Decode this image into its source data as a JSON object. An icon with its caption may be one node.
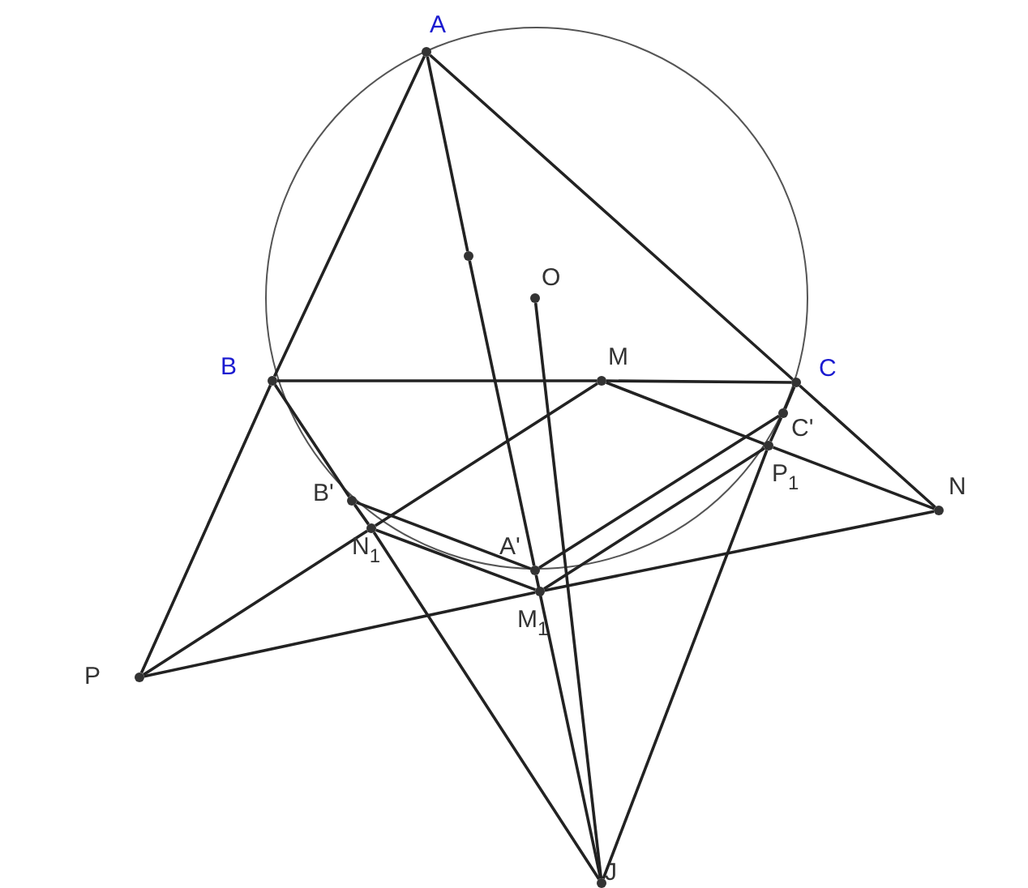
{
  "diagram": {
    "nodes": [
      {
        "text": [
          "A"
        ]
      },
      {
        "text": [],
        "shape": "circle"
      },
      {
        "text": [
          "O"
        ]
      },
      {
        "text": [
          "B"
        ]
      },
      {
        "text": [
          "M"
        ]
      },
      {
        "text": [
          "C"
        ]
      },
      {
        "text": [
          "C'"
        ]
      },
      {
        "text": [
          "P$_{1}$"
        ]
      },
      {
        "text": [
          "B'"
        ]
      },
      {
        "text": [
          "N"
        ]
      },
      {
        "text": [
          "N$_{1}$"
        ]
      },
      {
        "text": [
          "A'"
        ]
      },
      {
        "text": [
          "M$_{1}$"
        ]
      },
      {
        "text": [
          "P"
        ]
      },
      {
        "text": [
          "J"
        ]
      }
    ],
    "edges": [
      {
        "from": 0,
        "to": 3,
        "arrow": "none"
      },
      {
        "from": 3,
        "to": 13,
        "arrow": "none"
      },
      {
        "from": 0,
        "to": 5,
        "arrow": "none"
      },
      {
        "from": 5,
        "to": 9,
        "arrow": "none"
      },
      {
        "from": 3,
        "to": 4,
        "arrow": "none"
      },
      {
        "from": 4,
        "to": 5,
        "arrow": "none"
      },
      {
        "from": 4,
        "to": 10,
        "arrow": "none"
      },
      {
        "from": 10,
        "to": 13,
        "arrow": "none"
      },
      {
        "from": 4,
        "to": 7,
        "arrow": "none"
      },
      {
        "from": 7,
        "to": 9,
        "arrow": "none"
      },
      {
        "from": 13,
        "to": 12,
        "arrow": "none"
      },
      {
        "from": 12,
        "to": 9,
        "arrow": "none"
      },
      {
        "from": 0,
        "to": 1,
        "arrow": "none"
      },
      {
        "from": 1,
        "to": 11,
        "arrow": "none"
      },
      {
        "from": 11,
        "to": 14,
        "arrow": "none"
      },
      {
        "from": 2,
        "to": 14,
        "arrow": "none"
      },
      {
        "from": 3,
        "to": 8,
        "arrow": "none"
      },
      {
        "from": 8,
        "to": 10,
        "arrow": "none"
      },
      {
        "from": 10,
        "to": 14,
        "arrow": "none"
      },
      {
        "from": 5,
        "to": 6,
        "arrow": "none"
      },
      {
        "from": 6,
        "to": 7,
        "arrow": "none"
      },
      {
        "from": 7,
        "to": 14,
        "arrow": "none"
      },
      {
        "from": 8,
        "to": 11,
        "arrow": "none"
      },
      {
        "from": 11,
        "to": 6,
        "arrow": "none"
      },
      {
        "from": 10,
        "to": 12,
        "arrow": "none"
      },
      {
        "from": 12,
        "to": 7,
        "arrow": "none"
      }
    ]
  }
}
